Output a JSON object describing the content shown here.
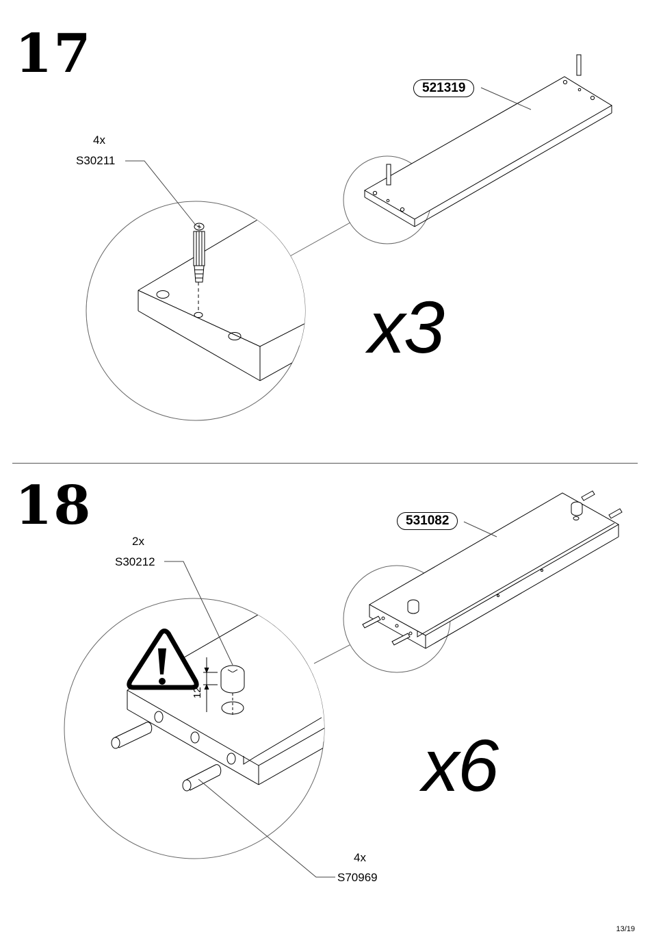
{
  "steps": [
    {
      "number": "17",
      "part_id": "521319",
      "hardware_qty": "4x",
      "hardware_code": "S30211",
      "multiplier": "x3"
    },
    {
      "number": "18",
      "part_id": "531082",
      "hardware_a_qty": "2x",
      "hardware_a_code": "S30212",
      "hardware_b_qty": "4x",
      "hardware_b_code": "S70969",
      "dimension": "12",
      "multiplier": "x6"
    }
  ],
  "page": "13/19",
  "icons": [
    "warning-icon",
    "cam-bolt-icon",
    "cam-lock-icon",
    "dowel-icon"
  ]
}
